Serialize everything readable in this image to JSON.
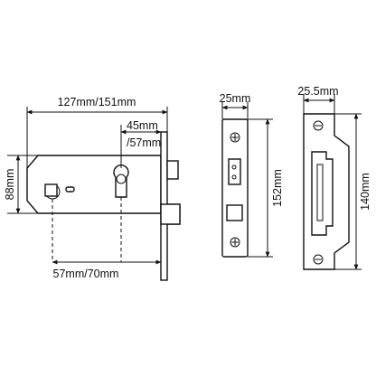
{
  "diagram": {
    "lock_case": {
      "width_label": "127mm/151mm",
      "backset_top_label_1": "45mm",
      "backset_top_label_2": "/57mm",
      "height_label": "88mm",
      "backset_bottom_label": "57mm/70mm"
    },
    "forend": {
      "width_label": "25mm",
      "height_label": "152mm"
    },
    "strike_plate": {
      "width_label": "25.5mm",
      "height_label": "140mm"
    }
  }
}
